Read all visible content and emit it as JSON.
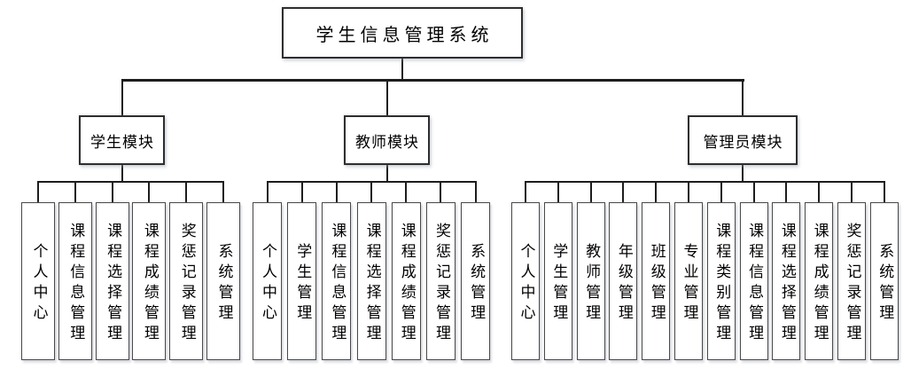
{
  "colors": {
    "line": "#1d1d1d",
    "node-border": "#2e2e2e",
    "leaf-border": "#4a4a4a",
    "background": "#ffffff",
    "text": "#000000"
  },
  "root": {
    "label": "学生信息管理系统"
  },
  "modules": [
    {
      "label": "学生模块",
      "children": [
        "个人中心",
        "课程信息管理",
        "课程选择管理",
        "课程成绩管理",
        "奖惩记录管理",
        "系统管理"
      ]
    },
    {
      "label": "教师模块",
      "children": [
        "个人中心",
        "学生管理",
        "课程信息管理",
        "课程选择管理",
        "课程成绩管理",
        "奖惩记录管理",
        "系统管理"
      ]
    },
    {
      "label": "管理员模块",
      "children": [
        "个人中心",
        "学生管理",
        "教师管理",
        "年级管理",
        "班级管理",
        "专业管理",
        "课程类别管理",
        "课程信息管理",
        "课程选择管理",
        "课程成绩管理",
        "奖惩记录管理",
        "系统管理"
      ]
    }
  ]
}
